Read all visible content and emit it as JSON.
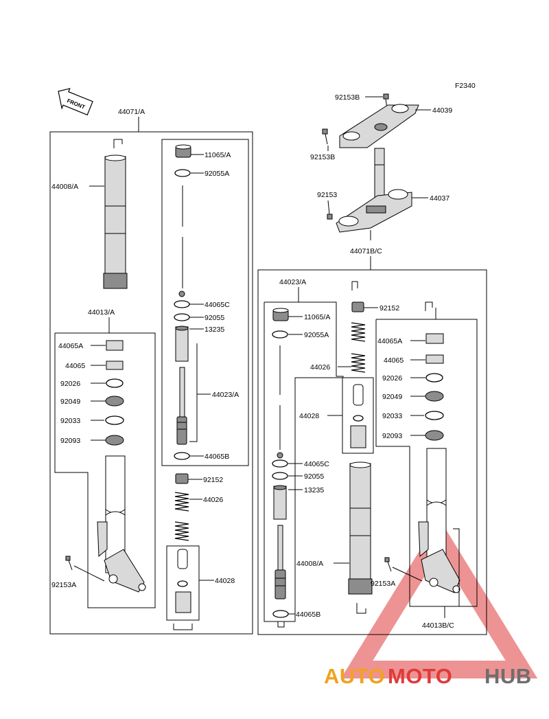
{
  "figure_code": "F2340",
  "front_arrow_label": "FRONT",
  "watermark": {
    "text_part1": "AUTO",
    "text_part2": "MOTO",
    "text_part3": "HUB",
    "color_orange": "#f0a31e",
    "color_red": "#e03a3a",
    "color_gray": "#6e6e6e"
  },
  "labels": {
    "l44071a": "44071/A",
    "l44008a_left": "44008/A",
    "l11065a_left": "11065/A",
    "l92055a_left": "92055A",
    "l44065c_left": "44065C",
    "l92055_left": "92055",
    "l13235_left": "13235",
    "l44023a_left": "44023/A",
    "l44065b_left": "44065B",
    "l92152_left": "92152",
    "l44026_left": "44026",
    "l44028_left": "44028",
    "l44013a": "44013/A",
    "l44065a_left": "44065A",
    "l44065_left": "44065",
    "l92026_left": "92026",
    "l92049_left": "92049",
    "l92033_left": "92033",
    "l92093_left": "92093",
    "l92153a_left": "92153A",
    "l92153b_top": "92153B",
    "l44039": "44039",
    "l92153b_side": "92153B",
    "l92153": "92153",
    "l44037": "44037",
    "l44071bc": "44071B/C",
    "l44023a_right": "44023/A",
    "l92152_right": "92152",
    "l11065a_right": "11065/A",
    "l92055a_right": "92055A",
    "l44026_right": "44026",
    "l44028_right": "44028",
    "l44065c_right": "44065C",
    "l92055_right": "92055",
    "l13235_right": "13235",
    "l44008a_right": "44008/A",
    "l44065b_right": "44065B",
    "l44065a_right": "44065A",
    "l44065_right": "44065",
    "l92026_right": "92026",
    "l92049_right": "92049",
    "l92033_right": "92033",
    "l92093_right": "92093",
    "l92153a_right": "92153A",
    "l44013bc": "44013B/C"
  }
}
